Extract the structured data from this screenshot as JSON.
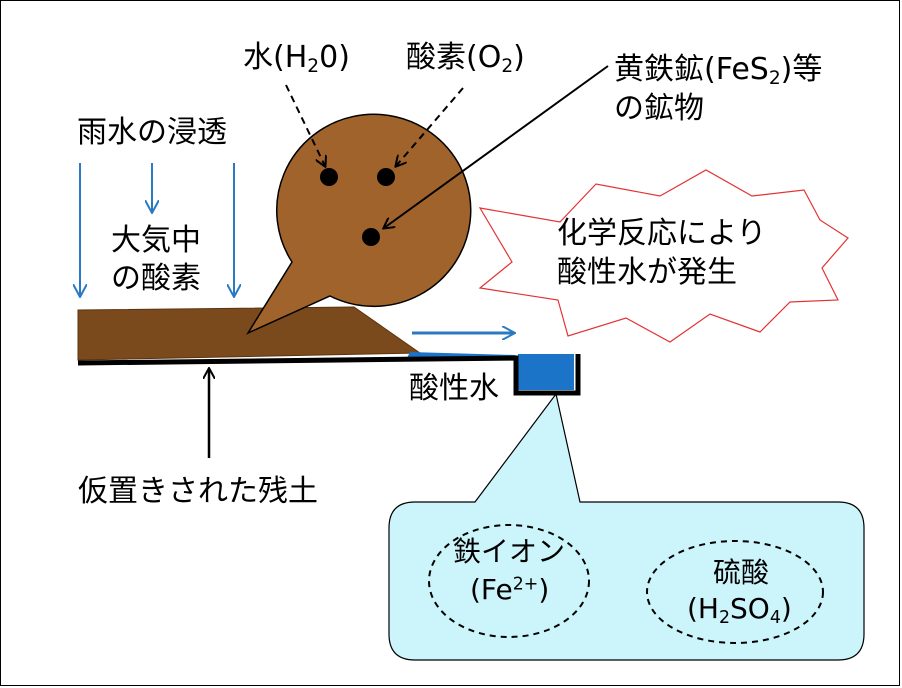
{
  "labels": {
    "water": {
      "main": "水(H",
      "sub": "2",
      "tail": "0)"
    },
    "oxygen": {
      "main": "酸素(O",
      "sub": "2",
      "tail": ")"
    },
    "pyrite_line1": {
      "main": "黄鉄鉱(FeS",
      "sub": "2",
      "tail": ")等"
    },
    "pyrite_line2": "の鉱物",
    "rain": "雨水の浸透",
    "air_line1": "大気中",
    "air_line2": "の酸素",
    "reaction_line1": "化学反応により",
    "reaction_line2": "酸性水が発生",
    "acid_water": "酸性水",
    "soil": "仮置きされた残土",
    "iron_line1": "鉄イオン",
    "iron_line2": {
      "main": "(Fe",
      "sup": "2+",
      "tail": ")"
    },
    "sulfuric_line1": "硫酸",
    "sulfuric_line2": {
      "main": "(H",
      "sub1": "2",
      "mid": "SO",
      "sub2": "4",
      "tail": ")"
    }
  },
  "colors": {
    "soil": "#7a4a1c",
    "bubble": "#a0632c",
    "rain_arrow": "#2a79c2",
    "acid_water": "#1c74c8",
    "callout_fill": "#ccf4fb",
    "burst_stroke": "#e33333"
  }
}
